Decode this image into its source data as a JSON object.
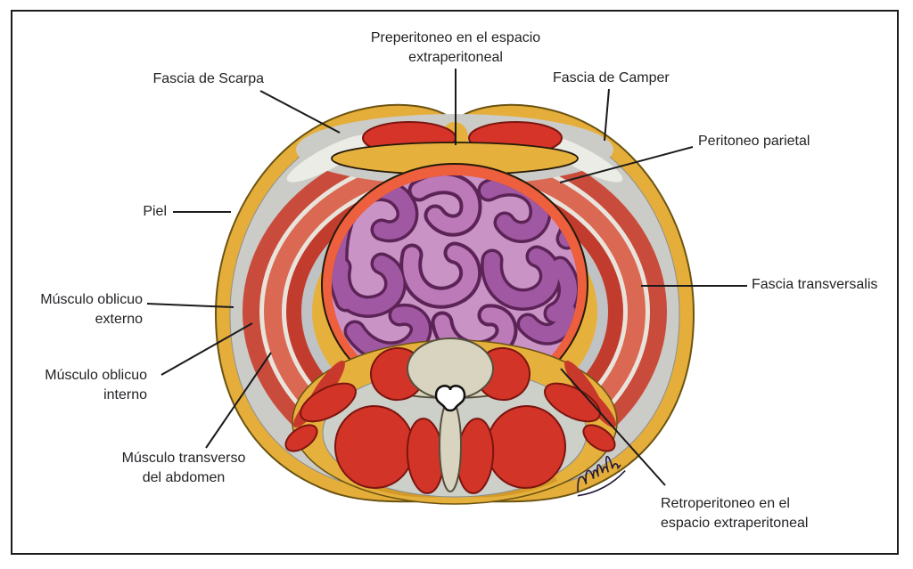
{
  "labels": {
    "preperitoneo": {
      "line1": "Preperitoneo en el espacio",
      "line2": "extraperitoneal"
    },
    "fascia_scarpa": {
      "text": "Fascia de Scarpa"
    },
    "fascia_camper": {
      "text": "Fascia de Camper"
    },
    "peritoneo_parietal": {
      "text": "Peritoneo parietal"
    },
    "piel": {
      "text": "Piel"
    },
    "musculo_oblicuo_externo": {
      "line1": "Músculo oblicuo",
      "line2": "externo"
    },
    "musculo_oblicuo_interno": {
      "line1": "Músculo oblicuo",
      "line2": "interno"
    },
    "musculo_transverso": {
      "line1": "Músculo transverso",
      "line2": "del abdomen"
    },
    "fascia_transversalis": {
      "text": "Fascia transversalis"
    },
    "retroperitoneo": {
      "line1": "Retroperitoneo en el",
      "line2": "espacio extraperitoneal"
    }
  },
  "colors": {
    "skin_fat_yellow": "#E5AE3A",
    "fascia_gray": "#CBCBC7",
    "muscle_red": "#C94B3B",
    "muscle_red_light": "#DB6852",
    "muscle_red_dark": "#C23C2E",
    "deep_muscle_red": "#D23428",
    "peritoneum_orange": "#EE5F3D",
    "intestine_purple": "#A158A3",
    "cavity_pink": "#C993C5",
    "bone": "#D9D4BF",
    "label_text": "#232327",
    "frame_border": "#1C1C1C"
  }
}
